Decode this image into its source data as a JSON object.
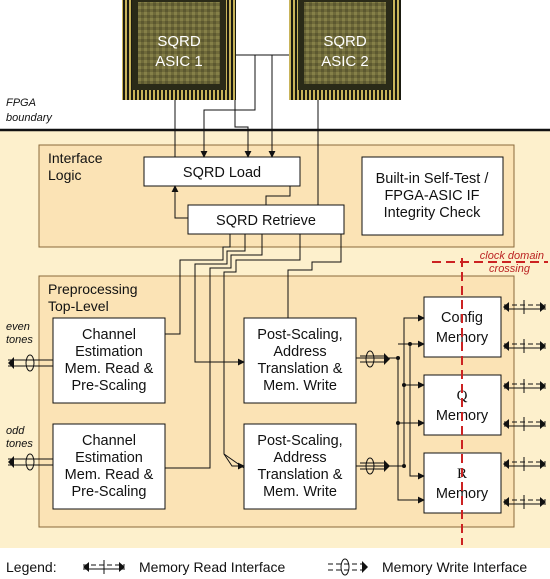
{
  "fpga_boundary": {
    "line1": "FPGA",
    "line2": "boundary"
  },
  "chips": [
    {
      "line1": "SQRD",
      "line2": "ASIC 1"
    },
    {
      "line1": "SQRD",
      "line2": "ASIC 2"
    }
  ],
  "interface_logic": {
    "title_line1": "Interface",
    "title_line2": "Logic",
    "sqrd_load": "SQRD Load",
    "sqrd_retrieve": "SQRD Retrieve",
    "bist": [
      "Built-in Self-Test /",
      "FPGA-ASIC IF",
      "Integrity Check"
    ]
  },
  "preprocessing": {
    "title_line1": "Preprocessing",
    "title_line2": "Top-Level",
    "channel_est_lines": [
      "Channel",
      "Estimation",
      "Mem. Read &",
      "Pre-Scaling"
    ],
    "post_scaling_lines": [
      "Post-Scaling,",
      "Address",
      "Translation &",
      "Mem. Write"
    ],
    "config_memory": [
      "Config",
      "Memory"
    ],
    "q_memory": [
      "Q",
      "Memory"
    ],
    "r_memory": [
      "R",
      "Memory"
    ]
  },
  "tones": {
    "even_line1": "even",
    "even_line2": "tones",
    "odd_line1": "odd",
    "odd_line2": "tones"
  },
  "clock_domain": {
    "line1": "clock domain",
    "line2": "crossing"
  },
  "legend": {
    "label": "Legend:",
    "read_interface": "Memory Read Interface",
    "write_interface": "Memory Write Interface"
  },
  "colors": {
    "fpga_region": "#fdf0cc",
    "subsystem": "#fbe3b5",
    "chip_die": "#7a7440",
    "clock_line": "#cc2222"
  }
}
